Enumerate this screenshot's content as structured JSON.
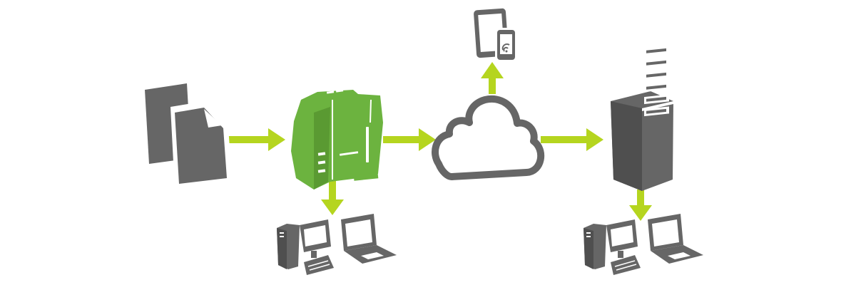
{
  "diagram": {
    "nodes": [
      {
        "id": "documents",
        "icon": "documents-icon"
      },
      {
        "id": "mfp",
        "icon": "multifunction-printer-icon"
      },
      {
        "id": "cloud",
        "icon": "cloud-icon"
      },
      {
        "id": "mobile",
        "icon": "tablet-phone-icon"
      },
      {
        "id": "server",
        "icon": "server-rack-icon"
      },
      {
        "id": "computers-left",
        "icon": "desktop-laptop-icon"
      },
      {
        "id": "computers-right",
        "icon": "desktop-laptop-icon"
      }
    ],
    "edges": [
      {
        "from": "documents",
        "to": "mfp"
      },
      {
        "from": "mfp",
        "to": "cloud"
      },
      {
        "from": "mfp",
        "to": "computers-left"
      },
      {
        "from": "cloud",
        "to": "mobile"
      },
      {
        "from": "cloud",
        "to": "server"
      },
      {
        "from": "server",
        "to": "computers-right"
      }
    ],
    "colors": {
      "arrow": "#b5d51f",
      "icon_gray": "#666666",
      "printer_green": "#6cb33f",
      "printer_green_dark": "#5a9a32",
      "background": "#ffffff"
    }
  }
}
